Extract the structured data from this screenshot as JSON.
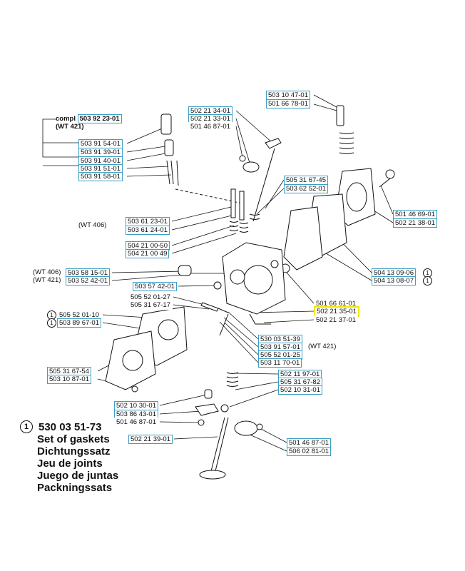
{
  "compl": {
    "part": "503 92 23-01",
    "prefix": "compl",
    "model": "(WT 421)"
  },
  "labels": {
    "l_503_10_47": "503 10 47-01",
    "l_501_66_78": "501 66 78-01",
    "l_502_21_34": "502 21 34-01",
    "l_502_21_33": "502 21 33-01",
    "l_501_46_87_a": "501 46 87-01",
    "l_503_91_54": "503 91 54-01",
    "l_503_91_39": "503 91 39-01",
    "l_503_91_40": "503 91 40-01",
    "l_503_91_51": "503 91 51-01",
    "l_503_91_58": "503 91 58-01",
    "l_505_31_67_45": "505 31 67-45",
    "l_503_62_52": "503 62 52-01",
    "l_503_61_23": "503 61 23-01",
    "l_503_61_24": "503 61 24-01",
    "l_504_21_00_50": "504 21 00-50",
    "l_504_21_00_49": "504 21 00 49",
    "l_501_46_69": "501 46 69-01",
    "l_502_21_38": "502 21 38-01",
    "l_503_58_15": "503 58 15-01",
    "l_503_52_42": "503 52 42-01",
    "l_503_57_42": "503 57 42-01",
    "l_504_13_09_06": "504 13 09-06",
    "l_504_13_08_07": "504 13 08-07",
    "l_505_52_01_27": "505 52 01-27",
    "l_505_31_67_17": "505 31 67-17",
    "l_501_66_61": "501 66 61-01",
    "l_502_21_35": "502 21 35-01",
    "l_502_21_37": "502 21 37-01",
    "l_505_52_01_10": "505 52 01-10",
    "l_503_89_67": "503 89 67-01",
    "l_530_03_51_39": "530 03 51-39",
    "l_503_91_57": "503 91 57-01",
    "l_505_52_01_25": "505 52 01-25",
    "l_503_11_70": "503 11 70-01",
    "l_505_31_67_54": "505 31 67-54",
    "l_503_10_87": "503 10 87-01",
    "l_502_11_97": "502 11 97-01",
    "l_505_31_67_82": "505 31 67-82",
    "l_502_10_31": "502 10 31-01",
    "l_502_10_30": "502 10 30-01",
    "l_503_86_43": "503 86 43-01",
    "l_501_46_87_b": "501 46 87-01",
    "l_502_21_39": "502 21 39-01",
    "l_501_46_87_c": "501 46 87-01",
    "l_506_02_81": "506 02 81-01"
  },
  "notes": {
    "wt406_a": "(WT 406)",
    "wt406_b": "(WT 406)",
    "wt421_a": "(WT 421)",
    "wt421_b": "(WT 421)"
  },
  "kit_marker": "1",
  "kit": {
    "number": "530 03 51-73",
    "lines": [
      "Set of gaskets",
      "Dichtungssatz",
      "Jeu de joints",
      "Juego de juntas",
      "Packningssats"
    ]
  },
  "colors": {
    "label_border": "#3a9fc4",
    "highlight": "#f2e600",
    "ink": "#111111"
  }
}
